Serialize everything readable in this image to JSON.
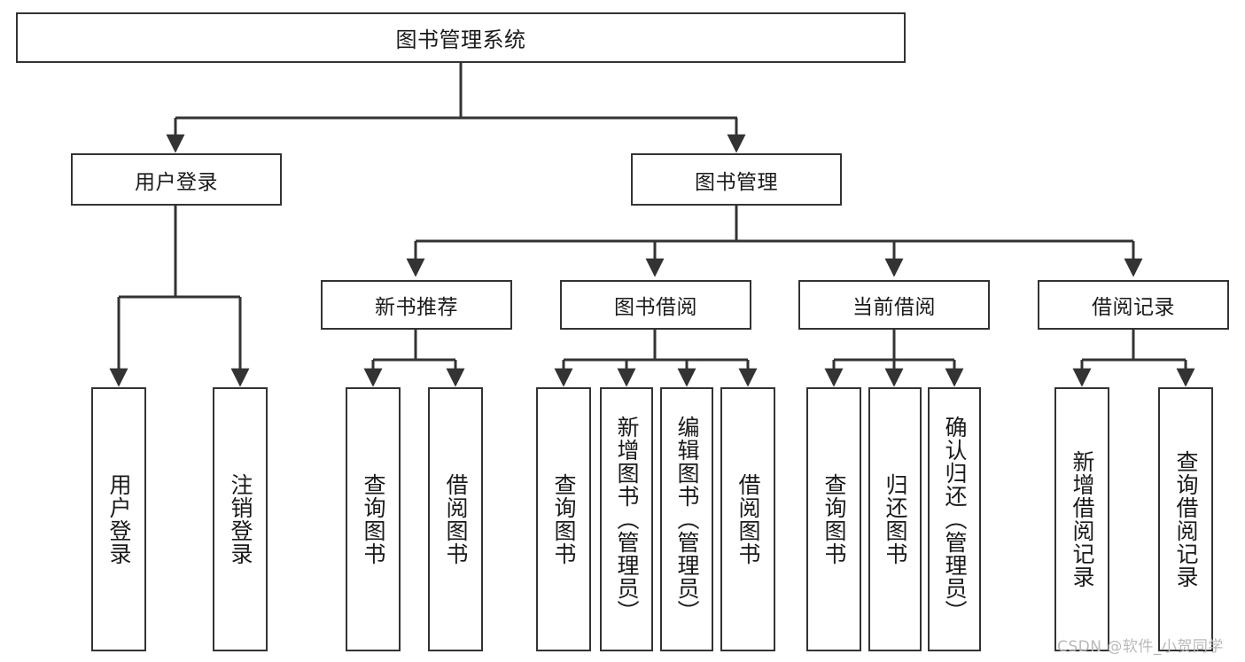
{
  "diagram": {
    "type": "tree",
    "title": "图书管理系统",
    "root": {
      "id": "root",
      "label": "图书管理系统"
    },
    "level1": [
      {
        "id": "user-login",
        "label": "用户登录"
      },
      {
        "id": "book-manage",
        "label": "图书管理"
      }
    ],
    "level2": [
      {
        "id": "new-book-rec",
        "label": "新书推荐",
        "parent": "book-manage"
      },
      {
        "id": "book-borrow",
        "label": "图书借阅",
        "parent": "book-manage"
      },
      {
        "id": "current-borrow",
        "label": "当前借阅",
        "parent": "book-manage"
      },
      {
        "id": "borrow-record",
        "label": "借阅记录",
        "parent": "book-manage"
      }
    ],
    "leaves": [
      {
        "id": "leaf-user-login",
        "label": "用户登录",
        "parent": "user-login"
      },
      {
        "id": "leaf-logout-login",
        "label": "注销登录",
        "parent": "user-login"
      },
      {
        "id": "leaf-query-book-rec",
        "label": "查询图书",
        "parent": "new-book-rec"
      },
      {
        "id": "leaf-borrow-book-rec",
        "label": "借阅图书",
        "parent": "new-book-rec"
      },
      {
        "id": "leaf-query-book-borrow",
        "label": "查询图书",
        "parent": "book-borrow"
      },
      {
        "id": "leaf-add-book",
        "label": "新增图书（管理员）",
        "parent": "book-borrow"
      },
      {
        "id": "leaf-edit-book",
        "label": "编辑图书（管理员）",
        "parent": "book-borrow"
      },
      {
        "id": "leaf-borrow-book",
        "label": "借阅图书",
        "parent": "book-borrow"
      },
      {
        "id": "leaf-query-book-current",
        "label": "查询图书",
        "parent": "current-borrow"
      },
      {
        "id": "leaf-return-book",
        "label": "归还图书",
        "parent": "current-borrow"
      },
      {
        "id": "leaf-confirm-return",
        "label": "确认归还（管理员）",
        "parent": "current-borrow"
      },
      {
        "id": "leaf-add-record",
        "label": "新增借阅记录",
        "parent": "borrow-record"
      },
      {
        "id": "leaf-query-record",
        "label": "查询借阅记录",
        "parent": "borrow-record"
      }
    ],
    "colors": {
      "stroke": "#333333",
      "background": "#ffffff",
      "text": "#1a1a1a",
      "watermark": "#b9b9b9"
    }
  },
  "watermark": {
    "text": "CSDN @软件_小贺同学"
  }
}
